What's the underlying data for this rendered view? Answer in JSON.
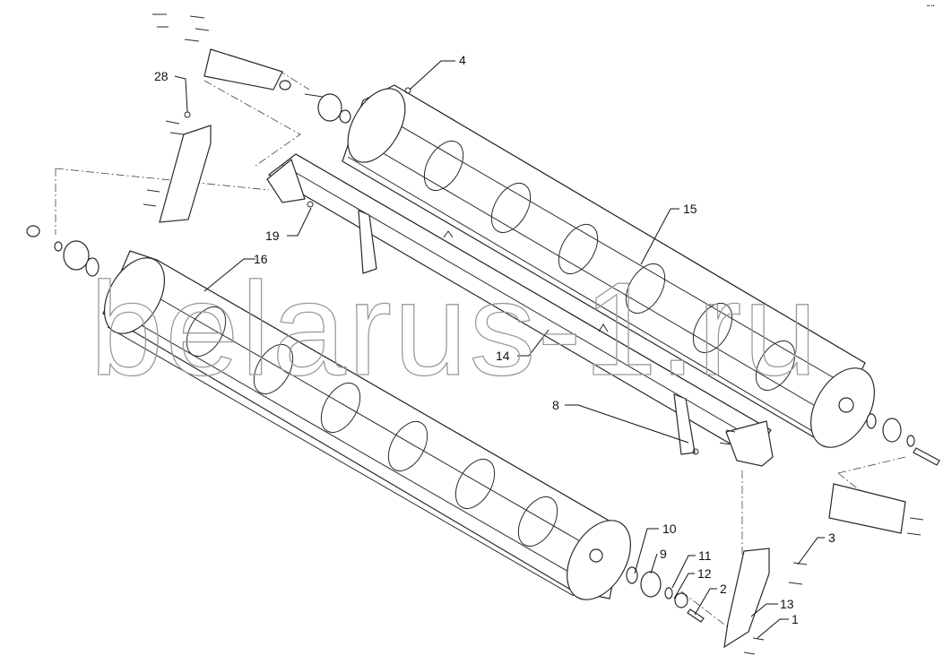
{
  "diagram": {
    "watermark": "belarus-1.ru",
    "corner_note": "•• ••",
    "callouts": [
      {
        "id": "c1",
        "text": "1"
      },
      {
        "id": "c2",
        "text": "2"
      },
      {
        "id": "c3",
        "text": "3"
      },
      {
        "id": "c4",
        "text": "4"
      },
      {
        "id": "c8",
        "text": "8"
      },
      {
        "id": "c9",
        "text": "9"
      },
      {
        "id": "c10",
        "text": "10"
      },
      {
        "id": "c11",
        "text": "11"
      },
      {
        "id": "c12",
        "text": "12"
      },
      {
        "id": "c13",
        "text": "13"
      },
      {
        "id": "c14",
        "text": "14"
      },
      {
        "id": "c15",
        "text": "15"
      },
      {
        "id": "c16",
        "text": "16"
      },
      {
        "id": "c19",
        "text": "19"
      },
      {
        "id": "c28",
        "text": "28"
      }
    ]
  }
}
